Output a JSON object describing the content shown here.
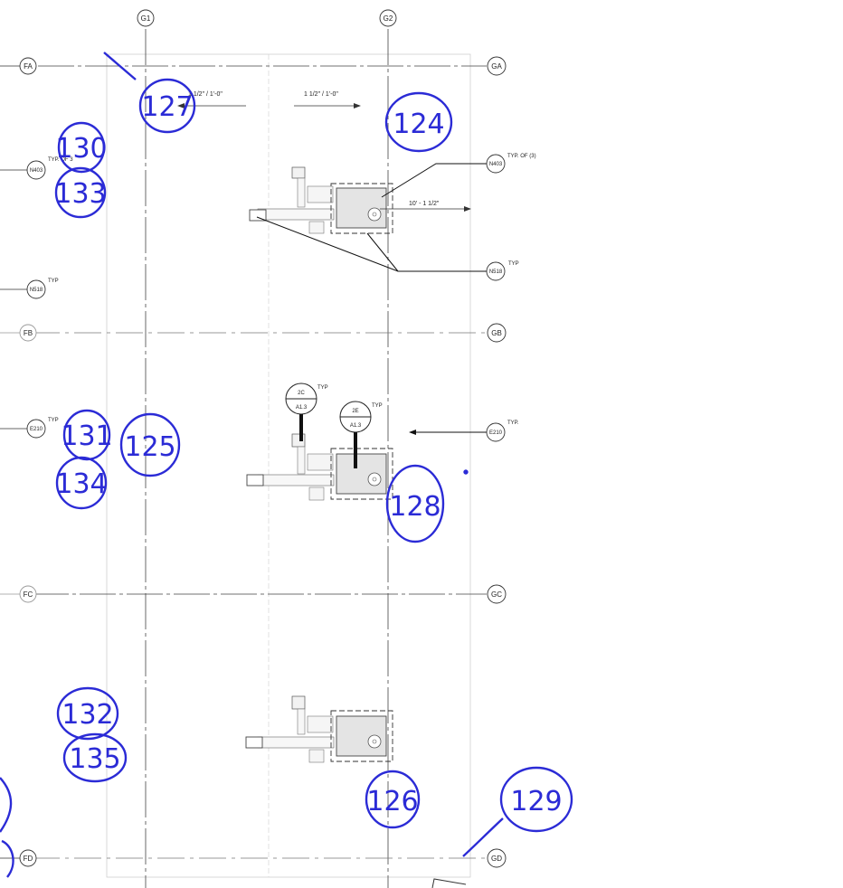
{
  "grid": {
    "vertical": [
      "G1",
      "G2"
    ],
    "horizontal": [
      "GA",
      "GB",
      "GC",
      "GD"
    ],
    "left_edge": [
      "FA",
      "FB",
      "FC",
      "FD"
    ]
  },
  "scale_notes": [
    "1 1/2\" / 1'-0\"",
    "1 1/2\" / 1'-0\""
  ],
  "dimension": "10' - 1 1/2\"",
  "callouts": {
    "n403": {
      "tag": "N403",
      "note": "TYP. OF (3)"
    },
    "n518": {
      "tag": "N518",
      "note": "TYP"
    },
    "e210": {
      "tag": "E210",
      "note": "TYP."
    }
  },
  "left_tags": [
    {
      "tag": "N403",
      "note": "TYP. OF 3"
    },
    {
      "tag": "N518",
      "note": "TYP"
    },
    {
      "tag": "E210",
      "note": "TYP"
    }
  ],
  "section_marks": [
    {
      "id": "2C",
      "sheet": "A1.3",
      "note": "TYP"
    },
    {
      "id": "2E",
      "sheet": "A1.3",
      "note": "TYP"
    }
  ],
  "handwritten": [
    "127",
    "124",
    "130",
    "133",
    "131",
    "134",
    "125",
    "128",
    "132",
    "135",
    "126",
    "129"
  ],
  "colors": {
    "ink": "#222222",
    "handwriting": "#2b2bd6",
    "equipment": "#e4e4e4"
  }
}
